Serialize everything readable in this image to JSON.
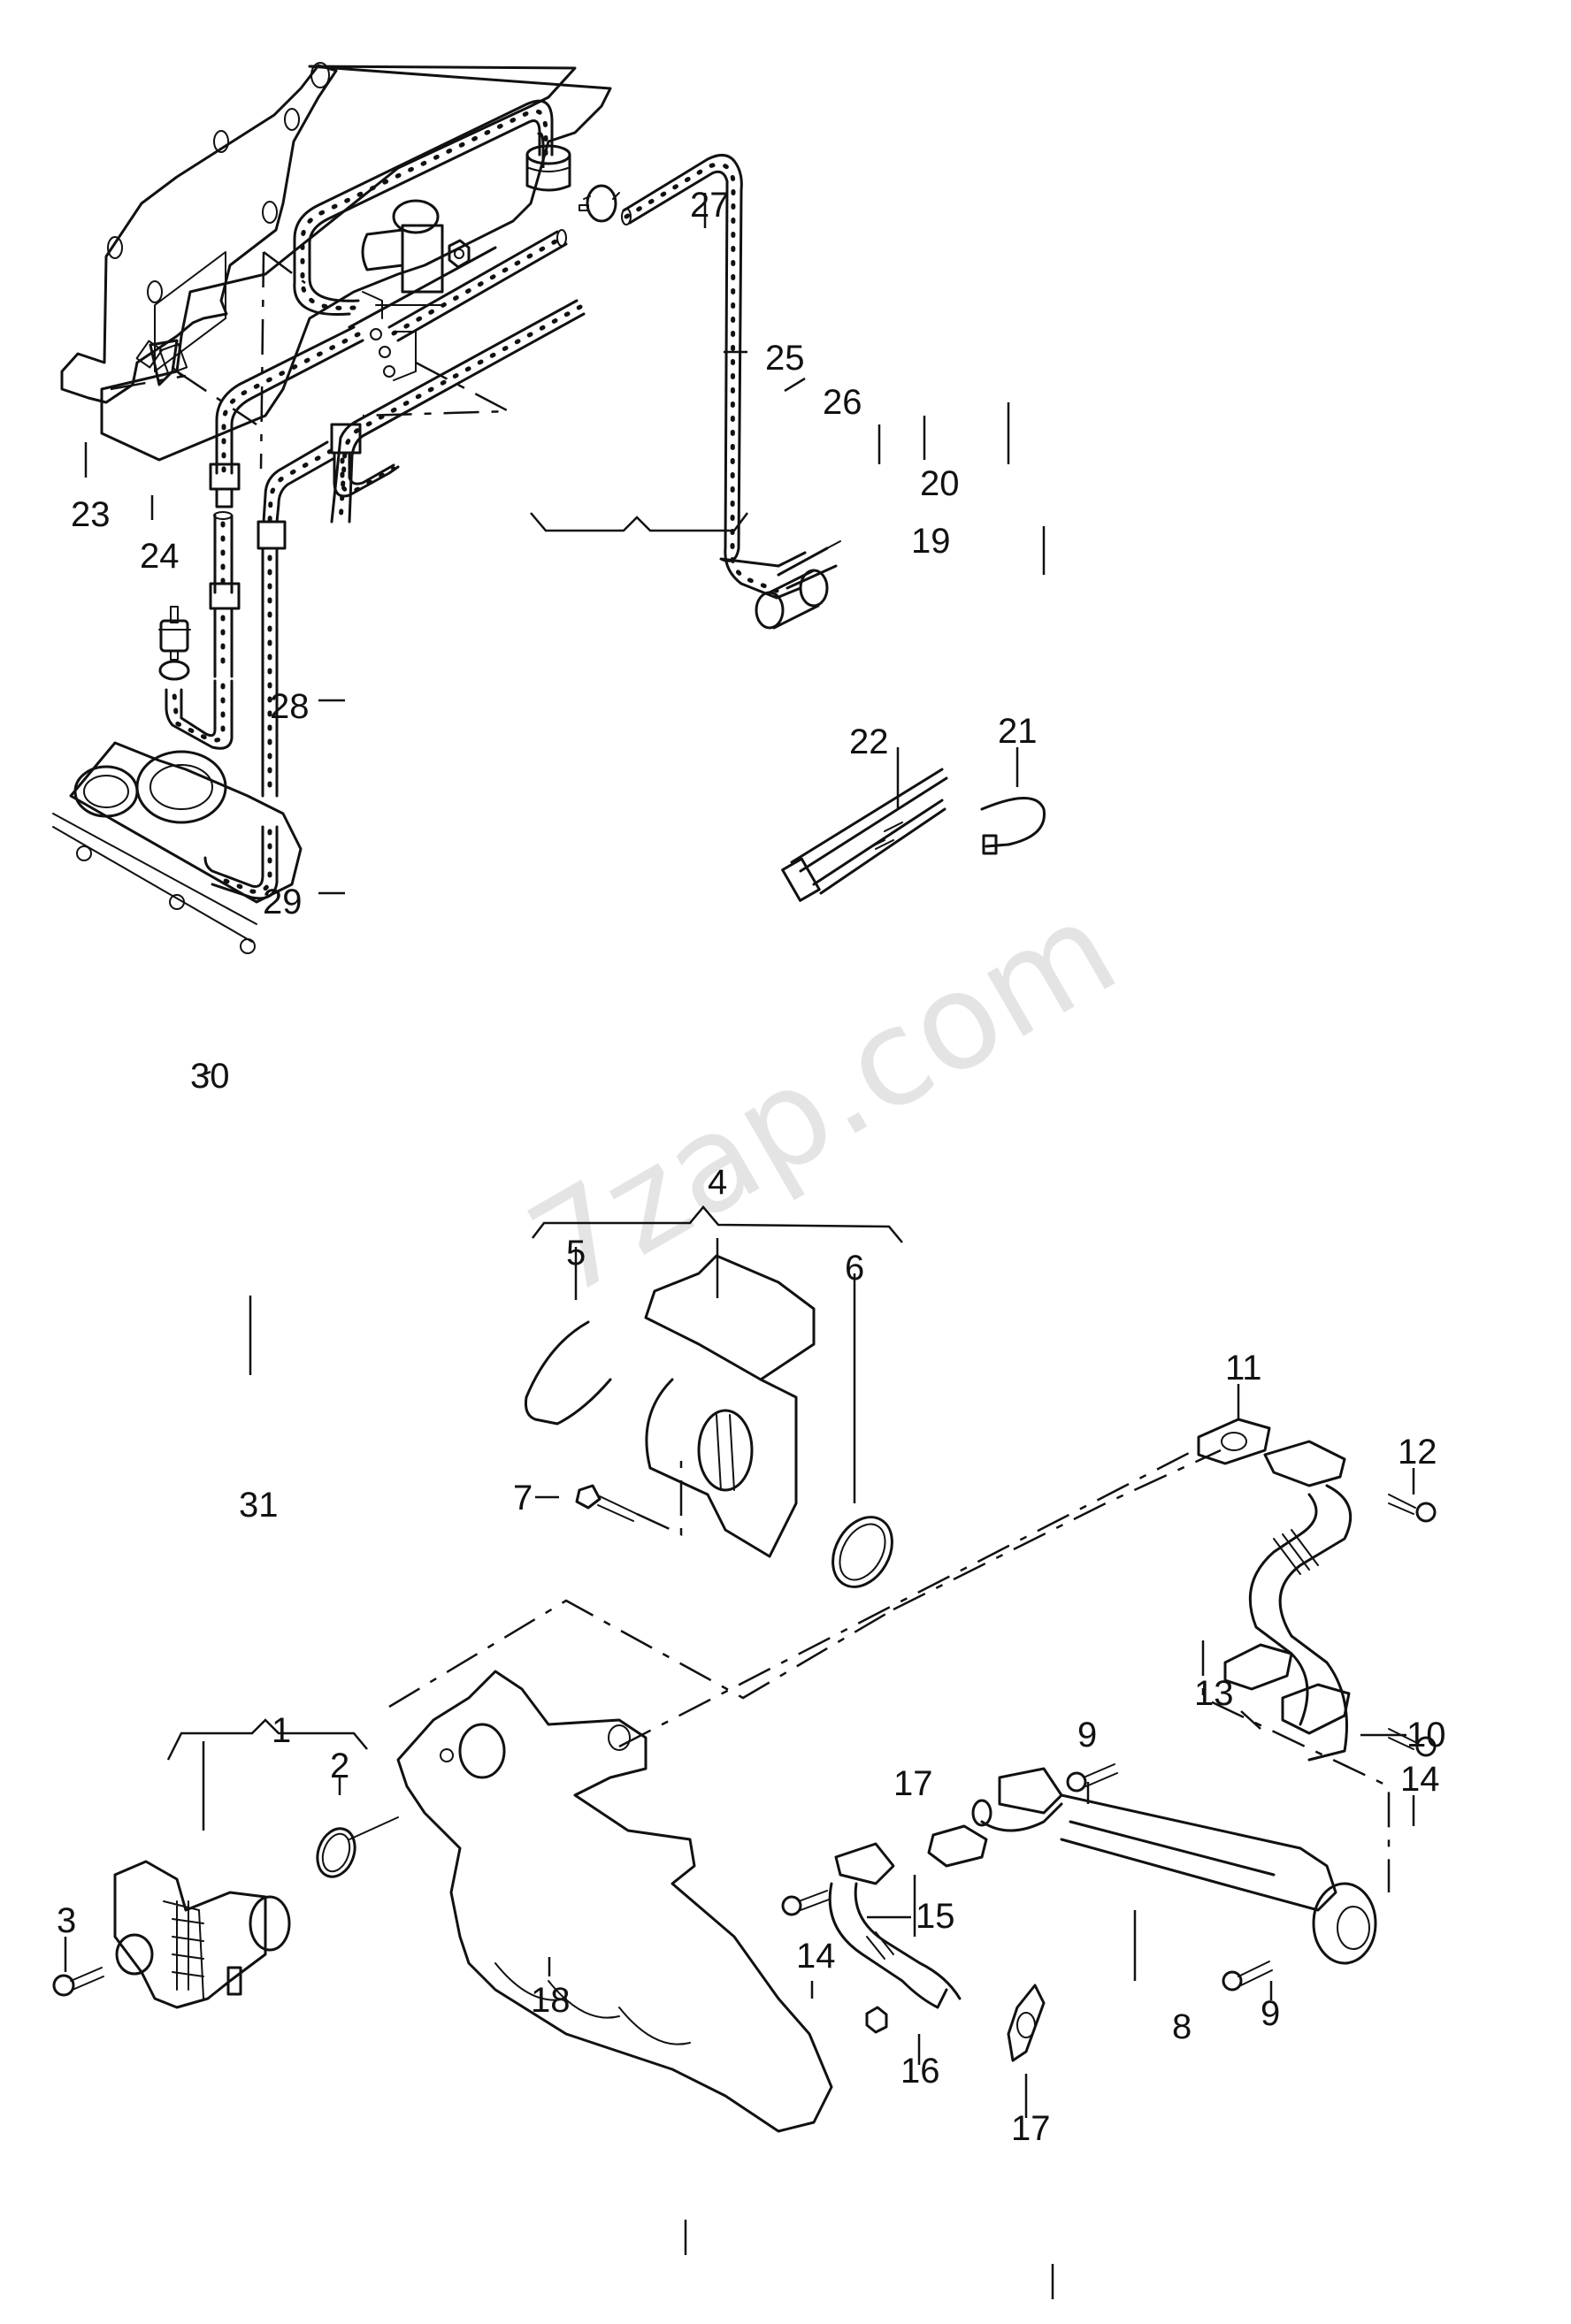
{
  "diagram": {
    "type": "exploded-parts-diagram",
    "watermark": "7zap.com",
    "callouts": [
      {
        "id": "1",
        "label": "1"
      },
      {
        "id": "2",
        "label": "2"
      },
      {
        "id": "3",
        "label": "3"
      },
      {
        "id": "4",
        "label": "4"
      },
      {
        "id": "5",
        "label": "5"
      },
      {
        "id": "6",
        "label": "6"
      },
      {
        "id": "7",
        "label": "7"
      },
      {
        "id": "8",
        "label": "8"
      },
      {
        "id": "9a",
        "label": "9"
      },
      {
        "id": "9b",
        "label": "9"
      },
      {
        "id": "10",
        "label": "10"
      },
      {
        "id": "11",
        "label": "11"
      },
      {
        "id": "12",
        "label": "12"
      },
      {
        "id": "13",
        "label": "13"
      },
      {
        "id": "14a",
        "label": "14"
      },
      {
        "id": "14b",
        "label": "14"
      },
      {
        "id": "15",
        "label": "15"
      },
      {
        "id": "16",
        "label": "16"
      },
      {
        "id": "17a",
        "label": "17"
      },
      {
        "id": "17b",
        "label": "17"
      },
      {
        "id": "18",
        "label": "18"
      },
      {
        "id": "19",
        "label": "19"
      },
      {
        "id": "20",
        "label": "20"
      },
      {
        "id": "21",
        "label": "21"
      },
      {
        "id": "22",
        "label": "22"
      },
      {
        "id": "23",
        "label": "23"
      },
      {
        "id": "24",
        "label": "24"
      },
      {
        "id": "25",
        "label": "25"
      },
      {
        "id": "26",
        "label": "26"
      },
      {
        "id": "27",
        "label": "27"
      },
      {
        "id": "28",
        "label": "28"
      },
      {
        "id": "29",
        "label": "29"
      },
      {
        "id": "30",
        "label": "30"
      },
      {
        "id": "31",
        "label": "31"
      }
    ]
  }
}
